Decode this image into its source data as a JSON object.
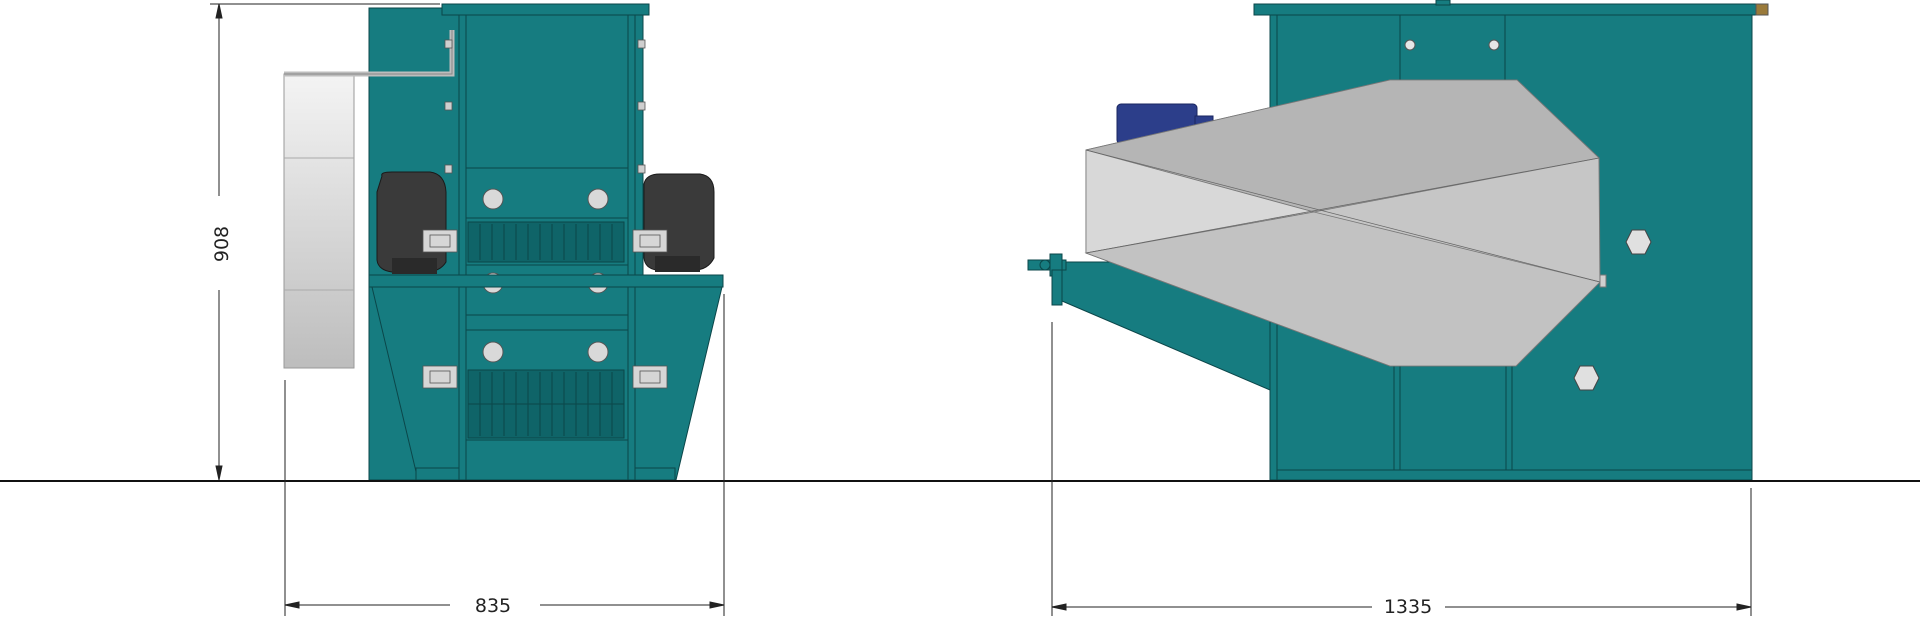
{
  "dimensions": {
    "height_left": "908",
    "width_left": "835",
    "width_right": "1335"
  },
  "colors": {
    "body": "#167c80",
    "body_dark": "#0f6468",
    "outline": "#0b4649",
    "hood": "#c4c4c4",
    "hood_light": "#d6d6d6",
    "hood_dark": "#b3b3b3",
    "motor_shell": "#3a3a3a",
    "blue_motor": "#2c3e8a",
    "bolt": "#d9d9d9",
    "line": "#111111"
  }
}
